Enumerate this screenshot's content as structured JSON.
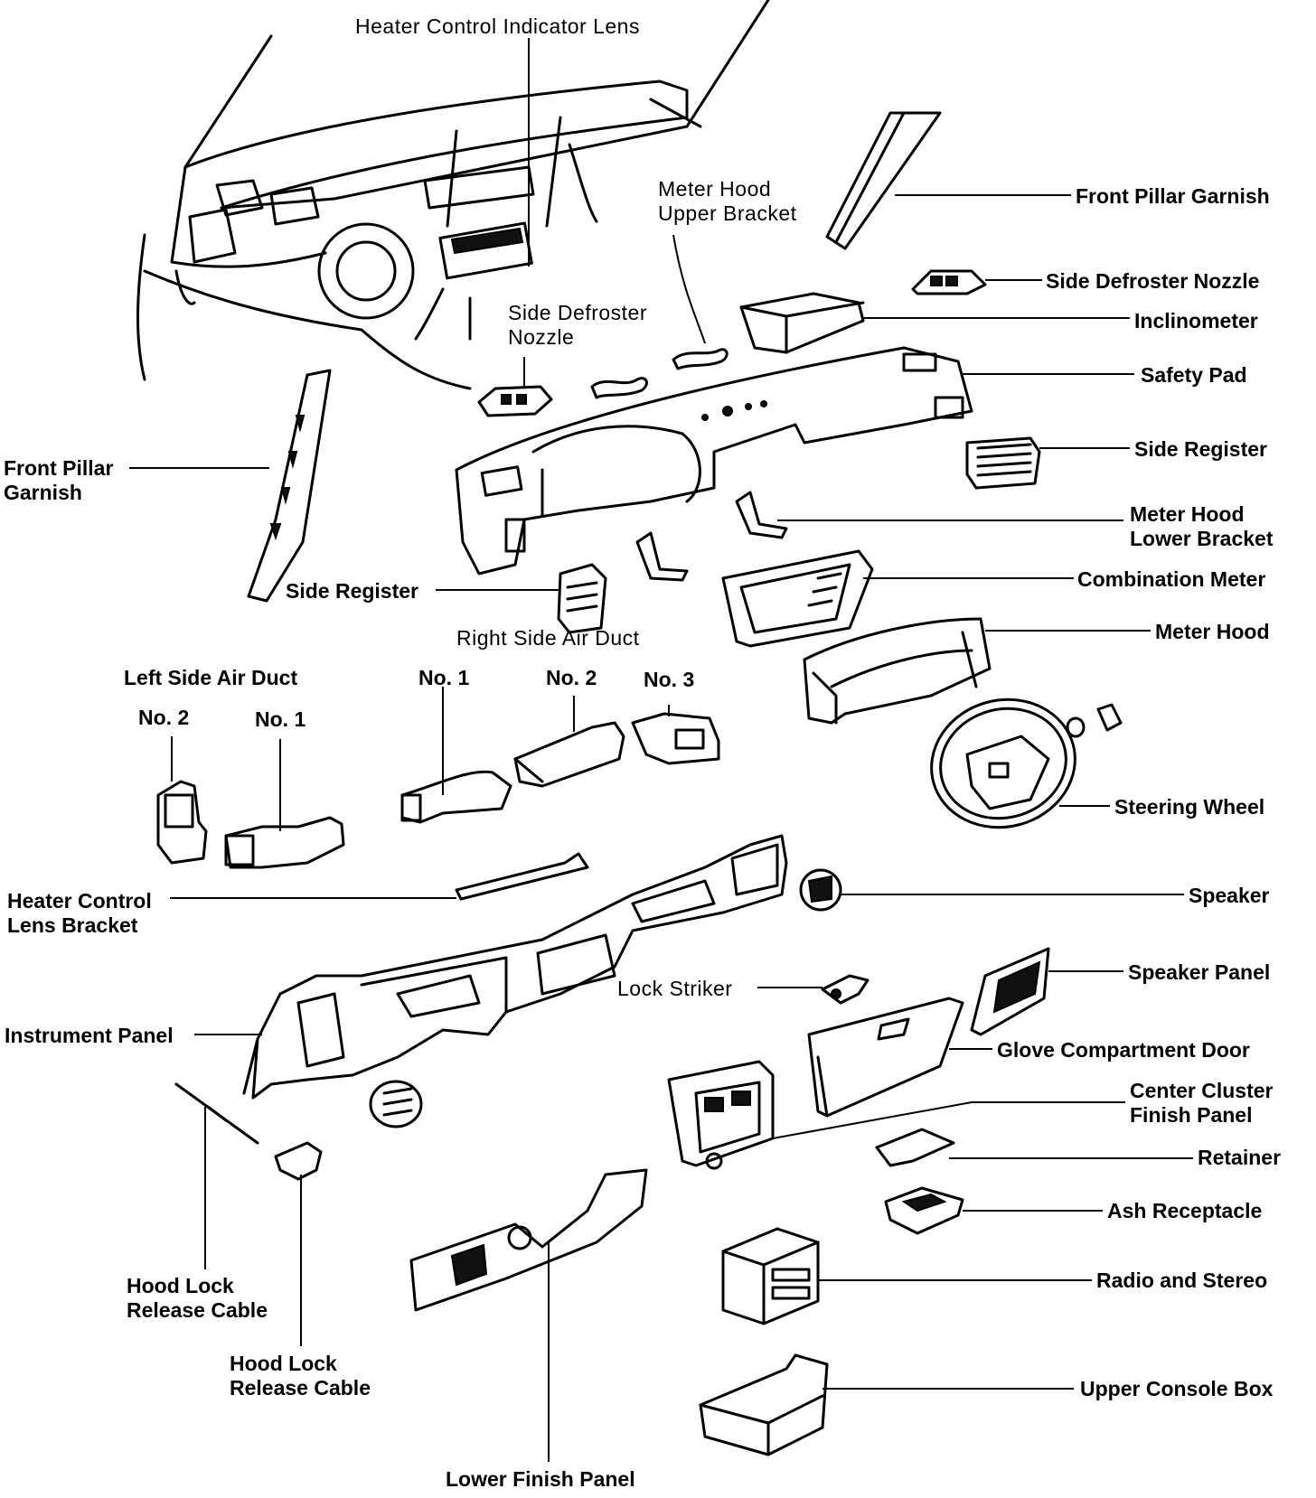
{
  "labels": {
    "heater_control_indicator_lens": "Heater Control Indicator Lens",
    "front_pillar_garnish_right": "Front Pillar Garnish",
    "meter_hood_upper_bracket": [
      "Meter Hood",
      "Upper Bracket"
    ],
    "side_defroster_nozzle_right": "Side Defroster Nozzle",
    "side_defroster_nozzle_center": [
      "Side Defroster",
      "Nozzle"
    ],
    "inclinometer": "Inclinometer",
    "safety_pad": "Safety Pad",
    "side_register_right": "Side Register",
    "front_pillar_garnish_left": [
      "Front Pillar",
      "Garnish"
    ],
    "meter_hood_lower_bracket": [
      "Meter Hood",
      "Lower Bracket"
    ],
    "combination_meter": "Combination Meter",
    "side_register_left": "Side Register",
    "right_side_air_duct": "Right Side Air Duct",
    "meter_hood": "Meter Hood",
    "left_side_air_duct": "Left Side Air Duct",
    "left_no2": "No. 2",
    "left_no1": "No. 1",
    "right_no1": "No. 1",
    "right_no2": "No. 2",
    "right_no3": "No. 3",
    "steering_wheel": "Steering Wheel",
    "heater_control_lens_bracket": [
      "Heater Control",
      "Lens Bracket"
    ],
    "speaker": "Speaker",
    "speaker_panel": "Speaker Panel",
    "lock_striker": "Lock Striker",
    "instrument_panel": "Instrument Panel",
    "glove_compartment_door": "Glove Compartment Door",
    "center_cluster_finish_panel": [
      "Center Cluster",
      "Finish Panel"
    ],
    "retainer": "Retainer",
    "ash_receptacle": "Ash Receptacle",
    "radio_and_stereo": "Radio and Stereo",
    "hood_lock_release_cable_1": [
      "Hood Lock",
      "Release Cable"
    ],
    "hood_lock_release_cable_2": [
      "Hood Lock",
      "Release Cable"
    ],
    "upper_console_box": "Upper Console Box",
    "lower_finish_panel": "Lower Finish Panel"
  }
}
